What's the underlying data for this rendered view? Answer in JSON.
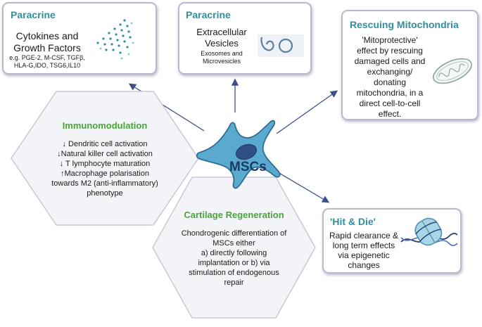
{
  "paracrine_cytokines": {
    "title": "Paracrine",
    "heading_line1": "Cytokines and",
    "heading_line2": "Growth Factors",
    "detail_line1": "e.g. PGE-2, M-CSF, TGFβ,",
    "detail_line2": "HLA-G,IDO, TSG6,IL10"
  },
  "paracrine_vesicles": {
    "title": "Paracrine",
    "heading_line1": "Extracellular",
    "heading_line2": "Vesicles",
    "detail_line1": "Exosomes and",
    "detail_line2": "Microvesicles"
  },
  "mitochondria": {
    "title": "Rescuing Mitochondria",
    "lines": [
      "'Mitoprotective'",
      "effect by rescuing",
      "damaged cells and",
      "exchanging/",
      "donating",
      "mitochondria, in a",
      "direct cell-to-cell",
      "effect."
    ]
  },
  "immunomodulation": {
    "title": "Immunomodulation",
    "lines": [
      "↓ Dendritic cell activation",
      "↓Natural killer cell activation",
      "↓ T lymphocyte maturation",
      "↑Macrophage polarisation",
      "towards M2 (anti-inflammatory)",
      "phenotype"
    ]
  },
  "cartilage": {
    "title": "Cartilage Regeneration",
    "lines": [
      "Chondrogenic differentiation of",
      "MSCs either",
      "a) directly following",
      "implantation or b) via",
      "stimulation of endogenous",
      "repair"
    ]
  },
  "hit_and_die": {
    "title": "'Hit & Die'",
    "lines": [
      "Rapid clearance &",
      "long term effects",
      "via epigenetic",
      "changes"
    ]
  },
  "center": {
    "label": "MSCs"
  },
  "colors": {
    "title_teal": "#2e8f9d",
    "title_green": "#49a43a",
    "arrow": "#3d4f8a",
    "cell": "#5aaad0"
  }
}
